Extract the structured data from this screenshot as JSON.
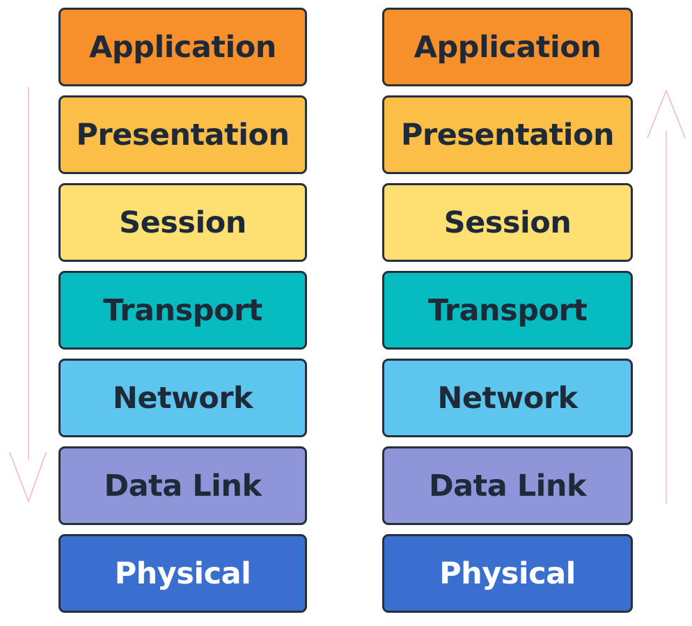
{
  "left_stack": {
    "layers": [
      {
        "label": "Application"
      },
      {
        "label": "Presentation"
      },
      {
        "label": "Session"
      },
      {
        "label": "Transport"
      },
      {
        "label": "Network"
      },
      {
        "label": "Data Link"
      },
      {
        "label": "Physical"
      }
    ]
  },
  "right_stack": {
    "layers": [
      {
        "label": "Application"
      },
      {
        "label": "Presentation"
      },
      {
        "label": "Session"
      },
      {
        "label": "Transport"
      },
      {
        "label": "Network"
      },
      {
        "label": "Data Link"
      },
      {
        "label": "Physical"
      }
    ]
  },
  "colors": {
    "application": "#f7902a",
    "presentation": "#fbbf47",
    "session": "#fde071",
    "transport": "#06bcc1",
    "network": "#5ec5ee",
    "data_link": "#8e96d9",
    "physical": "#3a6fd0",
    "border": "#26303d",
    "arrow": "#f2b8b8"
  },
  "arrows": [
    {
      "direction": "down",
      "icon": "arrow-down-icon"
    },
    {
      "direction": "up",
      "icon": "arrow-up-icon"
    }
  ]
}
